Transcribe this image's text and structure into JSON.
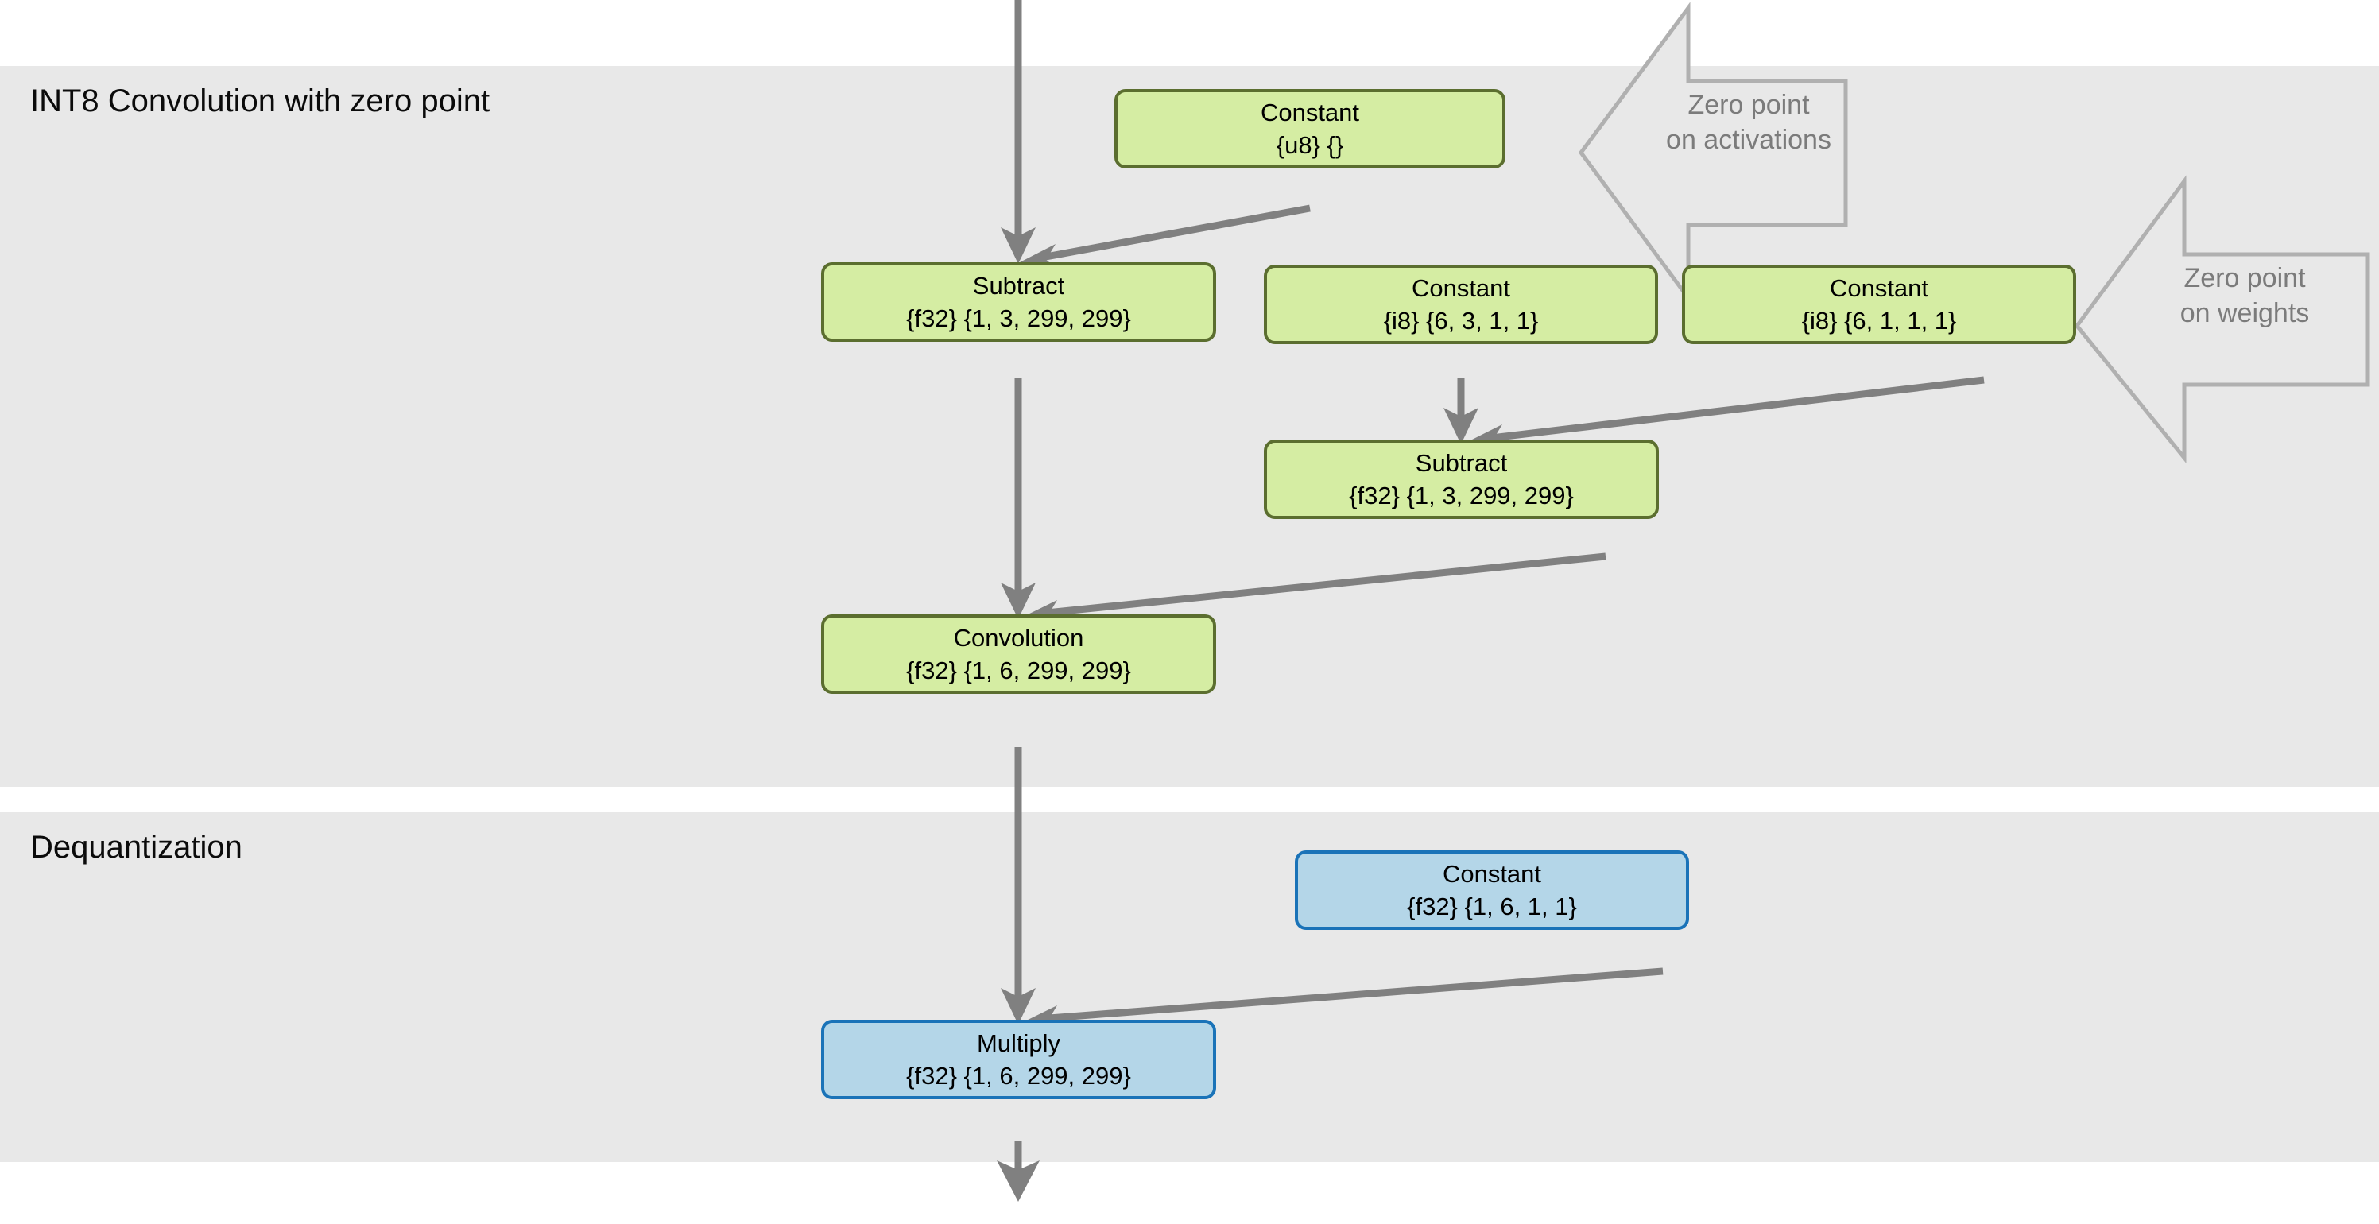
{
  "diagram": {
    "title_semantic": "INT8 convolution with zero point and dequantization graph",
    "background_color": "#ffffff",
    "band_color": "#e8e8e8",
    "edge_color": "#808080",
    "callout_text_color": "#7b7b7b",
    "green_node": {
      "fill": "#d5eda3",
      "border": "#5b6e2f"
    },
    "blue_node": {
      "fill": "#b4d6e8",
      "border": "#1a73b8"
    }
  },
  "sections": [
    {
      "id": "convolution",
      "label": "INT8 Convolution with zero point"
    },
    {
      "id": "dequantization",
      "label": "Dequantization"
    }
  ],
  "nodes": [
    {
      "id": "const-u8",
      "op": "Constant",
      "spec": "{u8} {}",
      "color": "green"
    },
    {
      "id": "subtract-act",
      "op": "Subtract",
      "spec": "{f32} {1, 3, 299, 299}",
      "color": "green"
    },
    {
      "id": "const-i8-weights",
      "op": "Constant",
      "spec": "{i8} {6, 3, 1, 1}",
      "color": "green"
    },
    {
      "id": "const-i8-zp",
      "op": "Constant",
      "spec": "{i8} {6, 1, 1, 1}",
      "color": "green"
    },
    {
      "id": "subtract-weights",
      "op": "Subtract",
      "spec": "{f32} {1, 3, 299, 299}",
      "color": "green"
    },
    {
      "id": "convolution",
      "op": "Convolution",
      "spec": "{f32} {1, 6, 299, 299}",
      "color": "green"
    },
    {
      "id": "const-f32-scale",
      "op": "Constant",
      "spec": "{f32} {1, 6, 1, 1}",
      "color": "blue"
    },
    {
      "id": "multiply",
      "op": "Multiply",
      "spec": "{f32} {1, 6, 299, 299}",
      "color": "blue"
    }
  ],
  "callouts": [
    {
      "id": "zp-activations",
      "text": "Zero point\non activations"
    },
    {
      "id": "zp-weights",
      "text": "Zero point\non weights"
    }
  ],
  "edges": [
    {
      "from": "input",
      "to": "subtract-act"
    },
    {
      "from": "const-u8",
      "to": "subtract-act"
    },
    {
      "from": "const-i8-weights",
      "to": "subtract-weights"
    },
    {
      "from": "const-i8-zp",
      "to": "subtract-weights"
    },
    {
      "from": "subtract-act",
      "to": "convolution"
    },
    {
      "from": "subtract-weights",
      "to": "convolution"
    },
    {
      "from": "convolution",
      "to": "multiply"
    },
    {
      "from": "const-f32-scale",
      "to": "multiply"
    },
    {
      "from": "multiply",
      "to": "output"
    }
  ]
}
